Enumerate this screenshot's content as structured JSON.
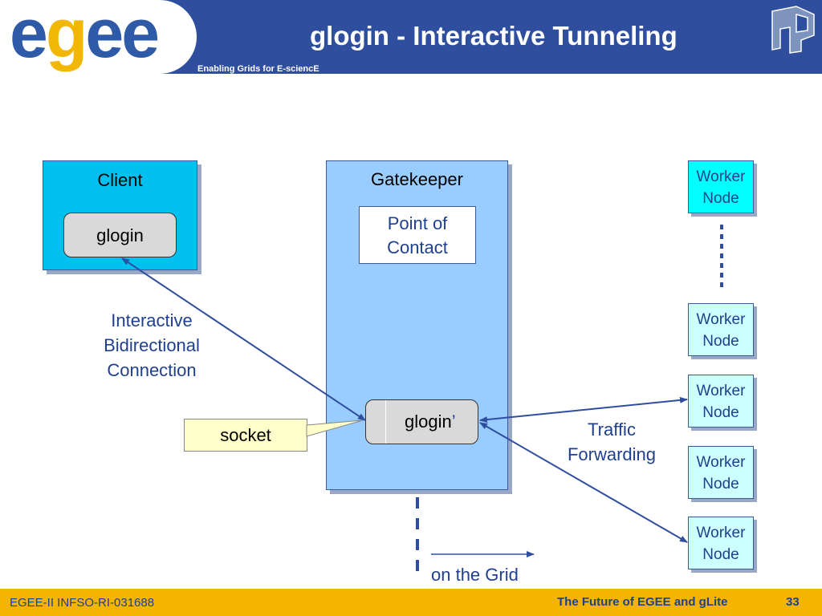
{
  "header": {
    "logo": "egee",
    "subtitle": "Enabling Grids for E-sciencE",
    "title": "glogin - Interactive Tunneling"
  },
  "diagram": {
    "client": {
      "label": "Client",
      "inner": "glogin"
    },
    "gatekeeper": {
      "label": "Gatekeeper",
      "poc_line1": "Point of",
      "poc_line2": "Contact",
      "inner": "glogin",
      "inner_suffix": "’"
    },
    "connection": {
      "line1": "Interactive",
      "line2": "Bidirectional",
      "line3": "Connection"
    },
    "socket": "socket",
    "traffic": {
      "line1": "Traffic",
      "line2": "Forwarding"
    },
    "grid": "on the Grid",
    "worker_nodes": [
      {
        "line1": "Worker",
        "line2": "Node"
      },
      {
        "line1": "Worker",
        "line2": "Node"
      },
      {
        "line1": "Worker",
        "line2": "Node"
      },
      {
        "line1": "Worker",
        "line2": "Node"
      },
      {
        "line1": "Worker",
        "line2": "Node"
      }
    ]
  },
  "footer": {
    "left": "EGEE-II INFSO-RI-031688",
    "center": "The Future of EGEE and gLite",
    "page": "33"
  }
}
